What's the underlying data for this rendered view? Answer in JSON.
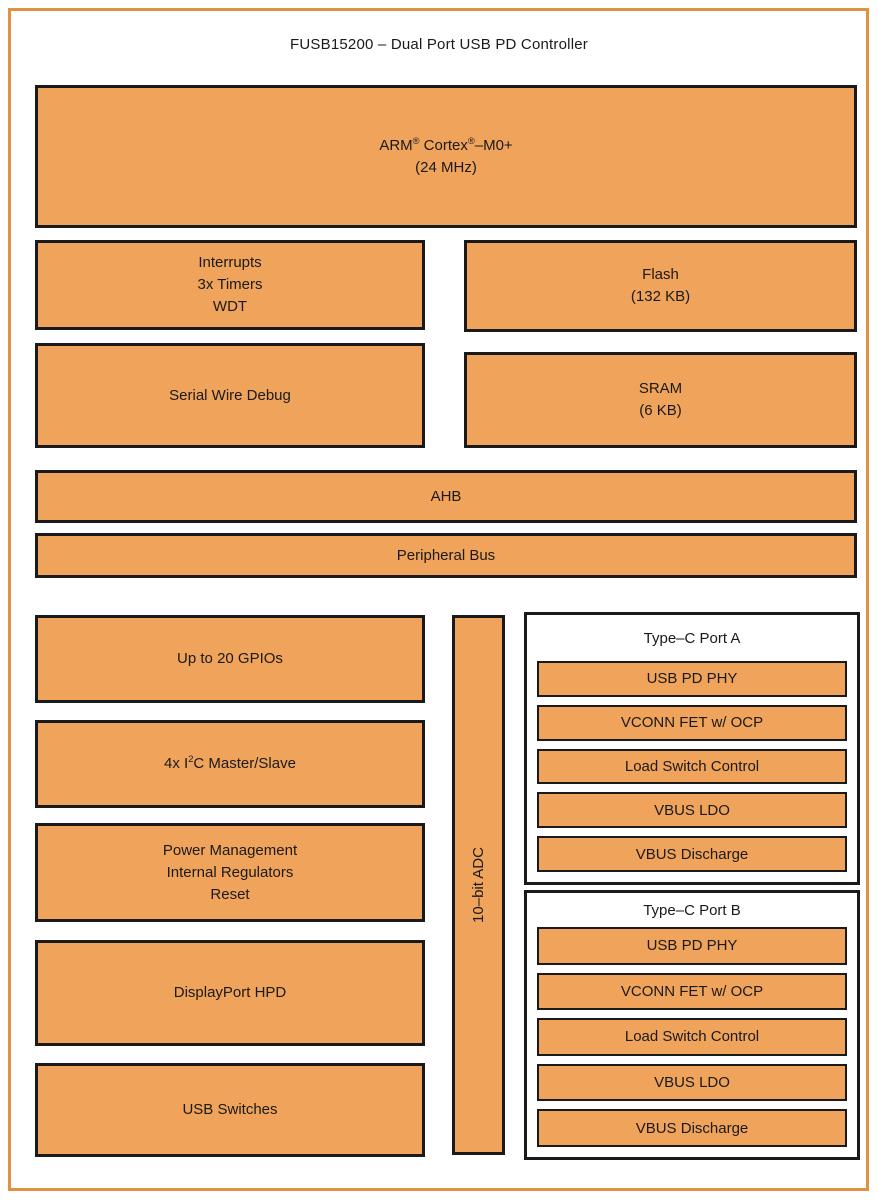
{
  "title": "FUSB15200 – Dual Port USB PD Controller",
  "colors": {
    "block_fill": "#F0A35A",
    "frame_border": "#E0923F",
    "block_border": "#1A1A1A"
  },
  "blocks": {
    "cpu": {
      "name_prefix": "ARM",
      "reg1": "®",
      "name_mid": " Cortex",
      "reg2": "®",
      "name_suffix": "–M0+",
      "line2": "(24 MHz)"
    },
    "interrupts": {
      "lines": [
        "Interrupts",
        "3x Timers",
        "WDT"
      ]
    },
    "flash": {
      "lines": [
        "Flash",
        "(132 KB)"
      ]
    },
    "swd": {
      "label": "Serial Wire Debug"
    },
    "sram": {
      "lines": [
        "SRAM",
        "(6 KB)"
      ]
    },
    "ahb": {
      "label": "AHB"
    },
    "peripheral_bus": {
      "label": "Peripheral Bus"
    },
    "gpio": {
      "label": "Up to 20 GPIOs"
    },
    "i2c": {
      "prefix": "4x I",
      "sup": "2",
      "suffix": "C Master/Slave"
    },
    "power_mgmt": {
      "lines": [
        "Power Management",
        "Internal Regulators",
        "Reset"
      ]
    },
    "displayport": {
      "label": "DisplayPort HPD"
    },
    "usb_switches": {
      "label": "USB Switches"
    },
    "adc": {
      "label": "10–bit ADC"
    }
  },
  "ports": [
    {
      "title": "Type–C Port A",
      "modules": [
        "USB PD PHY",
        "VCONN FET w/ OCP",
        "Load Switch Control",
        "VBUS LDO",
        "VBUS Discharge"
      ]
    },
    {
      "title": "Type–C Port B",
      "modules": [
        "USB PD PHY",
        "VCONN FET w/ OCP",
        "Load Switch Control",
        "VBUS LDO",
        "VBUS Discharge"
      ]
    }
  ]
}
